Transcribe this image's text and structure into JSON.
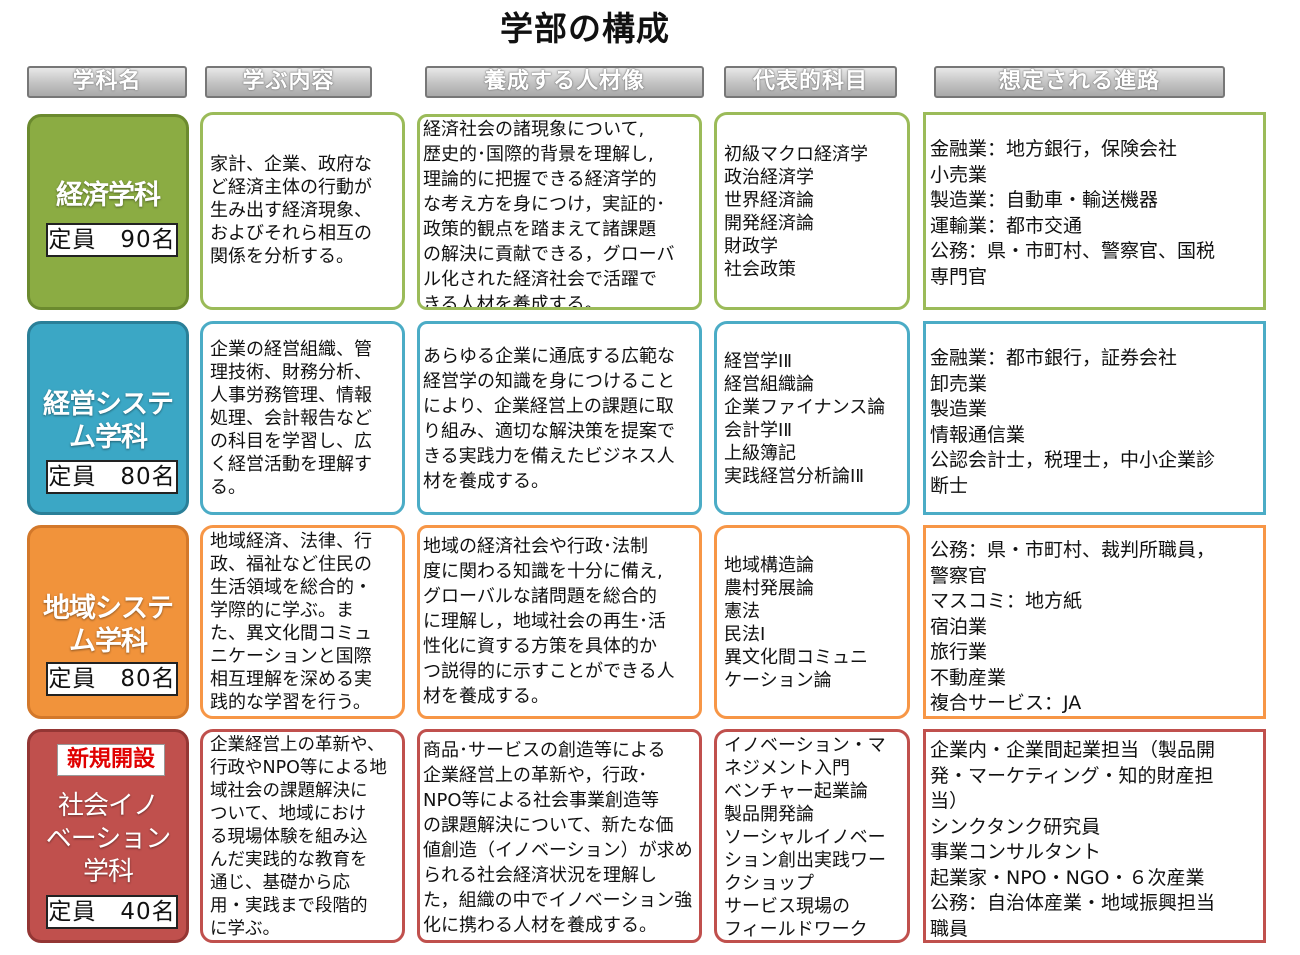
{
  "title": "学部の構成",
  "headers": {
    "dept": "学科名",
    "learn": "学ぶ内容",
    "talent": "養成する人材像",
    "subjects": "代表的科目",
    "career": "想定される進路"
  },
  "colors": {
    "economics": "#8bac43",
    "management": "#3ba7c5",
    "regional": "#f1933b",
    "innovation": "#c0504d",
    "header_bg": "#bdbdbd"
  },
  "rows": [
    {
      "dept_name": "経済学科",
      "quota": "定員　90名",
      "learn": "家計、企業、政府な\nど経済主体の行動が\n生み出す経済現象、\nおよびそれら相互の\n関係を分析する。",
      "talent": "経済社会の諸現象について,\n歴史的･国際的背景を理解し,\n理論的に把握できる経済学的\nな考え方を身につけ，実証的･\n政策的観点を踏まえて諸課題\nの解決に貢献できる，グローバ\nル化された経済社会で活躍で\nきる人材を養成する。",
      "subjects": "初級マクロ経済学\n政治経済学\n世界経済論\n開発経済論\n財政学\n社会政策",
      "career": "金融業：地方銀行，保険会社\n小売業\n製造業：自動車・輸送機器\n運輸業：都市交通\n公務：県・市町村、警察官、国税\n専門官"
    },
    {
      "dept_name": "経営システ\nム学科",
      "quota": "定員　80名",
      "learn": "企業の経営組織、管\n理技術、財務分析、\n人事労務管理、情報\n処理、会計報告など\nの科目を学習し、広\nく経営活動を理解す\nる。",
      "talent": "あらゆる企業に通底する広範な\n経営学の知識を身につけること\nにより、企業経営上の課題に取\nり組み、適切な解決策を提案で\nきる実践力を備えたビジネス人\n材を養成する。",
      "subjects": "経営学ⅠⅡ\n経営組織論\n企業ファイナンス論\n会計学ⅠⅡ\n上級簿記\n実践経営分析論ⅠⅡ",
      "career": "金融業：都市銀行，証券会社\n卸売業\n製造業\n情報通信業\n公認会計士，税理士，中小企業診\n断士"
    },
    {
      "dept_name": "地域システ\nム学科",
      "quota": "定員　80名",
      "learn": "地域経済、法律、行\n政、福祉など住民の\n生活領域を総合的・\n学際的に学ぶ。ま\nた、異文化間コミュ\nニケーションと国際\n相互理解を深める実\n践的な学習を行う。",
      "talent": "地域の経済社会や行政･法制\n度に関わる知識を十分に備え,\nグローバルな諸問題を総合的\nに理解し，地域社会の再生･活\n性化に資する方策を具体的か\nつ説得的に示すことができる人\n材を養成する。",
      "subjects": "地域構造論\n農村発展論\n憲法\n民法Ⅰ\n異文化間コミュニ\nケーション論",
      "career": "公務：県・市町村、裁判所職員，\n警察官\nマスコミ：地方紙\n宿泊業\n旅行業\n不動産業\n複合サービス：JA"
    },
    {
      "badge": "新規開設",
      "dept_name": "社会イノ\nベーション\n学科",
      "quota": "定員　40名",
      "learn": "企業経営上の革新や、\n行政やNPO等による地\n域社会の課題解決に\nついて、地域におけ\nる現場体験を組み込\nんだ実践的な教育を\n通じ、基礎から応\n用・実践まで段階的\nに学ぶ。",
      "talent": "商品･サービスの創造等による\n企業経営上の革新や，行政･\nNPO等による社会事業創造等\nの課題解決について、新たな価\n値創造（イノベーション）が求め\nられる社会経済状況を理解し\nた，組織の中でイノベーション強\n化に携わる人材を養成する。",
      "subjects": "イノベーション・マ\nネジメント入門\nベンチャー起業論\n製品開発論\nソーシャルイノベー\nション創出実践ワー\nクショップ\nサービス現場の\nフィールドワーク",
      "career": "企業内・企業間起業担当（製品開\n発・マーケティング・知的財産担\n当）\nシンクタンク研究員\n事業コンサルタント\n起業家・NPO・NGO・６次産業\n公務：自治体産業・地域振興担当\n職員"
    }
  ]
}
